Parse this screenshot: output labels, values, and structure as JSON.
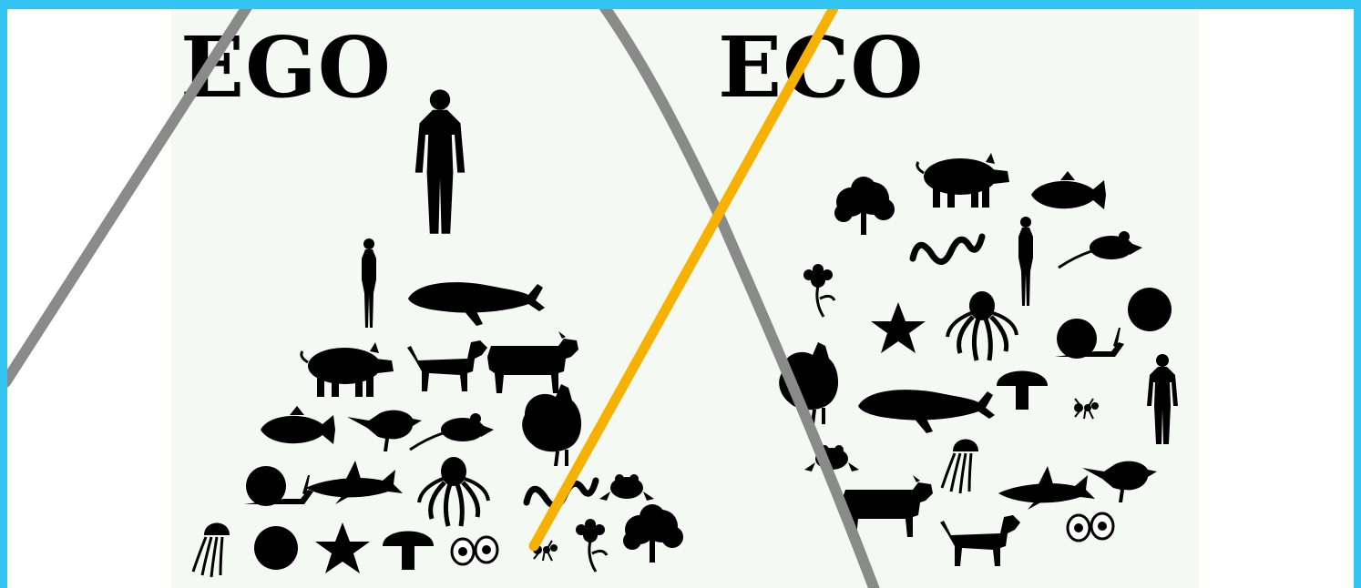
{
  "colors": {
    "frame": "#33c4f4",
    "poster_bg": "#f4f9f4",
    "silhouette": "#000000",
    "gray_curve": "#8a8a8a",
    "orange_line": "#f7b100"
  },
  "panels": {
    "ego": {
      "title": "EGO",
      "layout": "pyramid",
      "icons": [
        "human-man",
        "human-woman",
        "whale",
        "pig",
        "dog",
        "cow",
        "fish",
        "bird",
        "mouse",
        "chicken",
        "snail",
        "shark",
        "octopus",
        "snake",
        "frog",
        "jellyfish",
        "sea-urchin",
        "starfish",
        "mushroom",
        "eggs",
        "ant",
        "flower",
        "tree"
      ]
    },
    "eco": {
      "title": "ECO",
      "layout": "circle",
      "icons": [
        "tree",
        "pig",
        "fish",
        "snake",
        "human-woman",
        "mouse",
        "flower",
        "starfish",
        "octopus",
        "sea-urchin",
        "snail",
        "chicken",
        "whale",
        "mushroom",
        "ant",
        "human-man",
        "frog",
        "jellyfish",
        "cow",
        "shark",
        "bird",
        "dog",
        "eggs"
      ]
    }
  }
}
